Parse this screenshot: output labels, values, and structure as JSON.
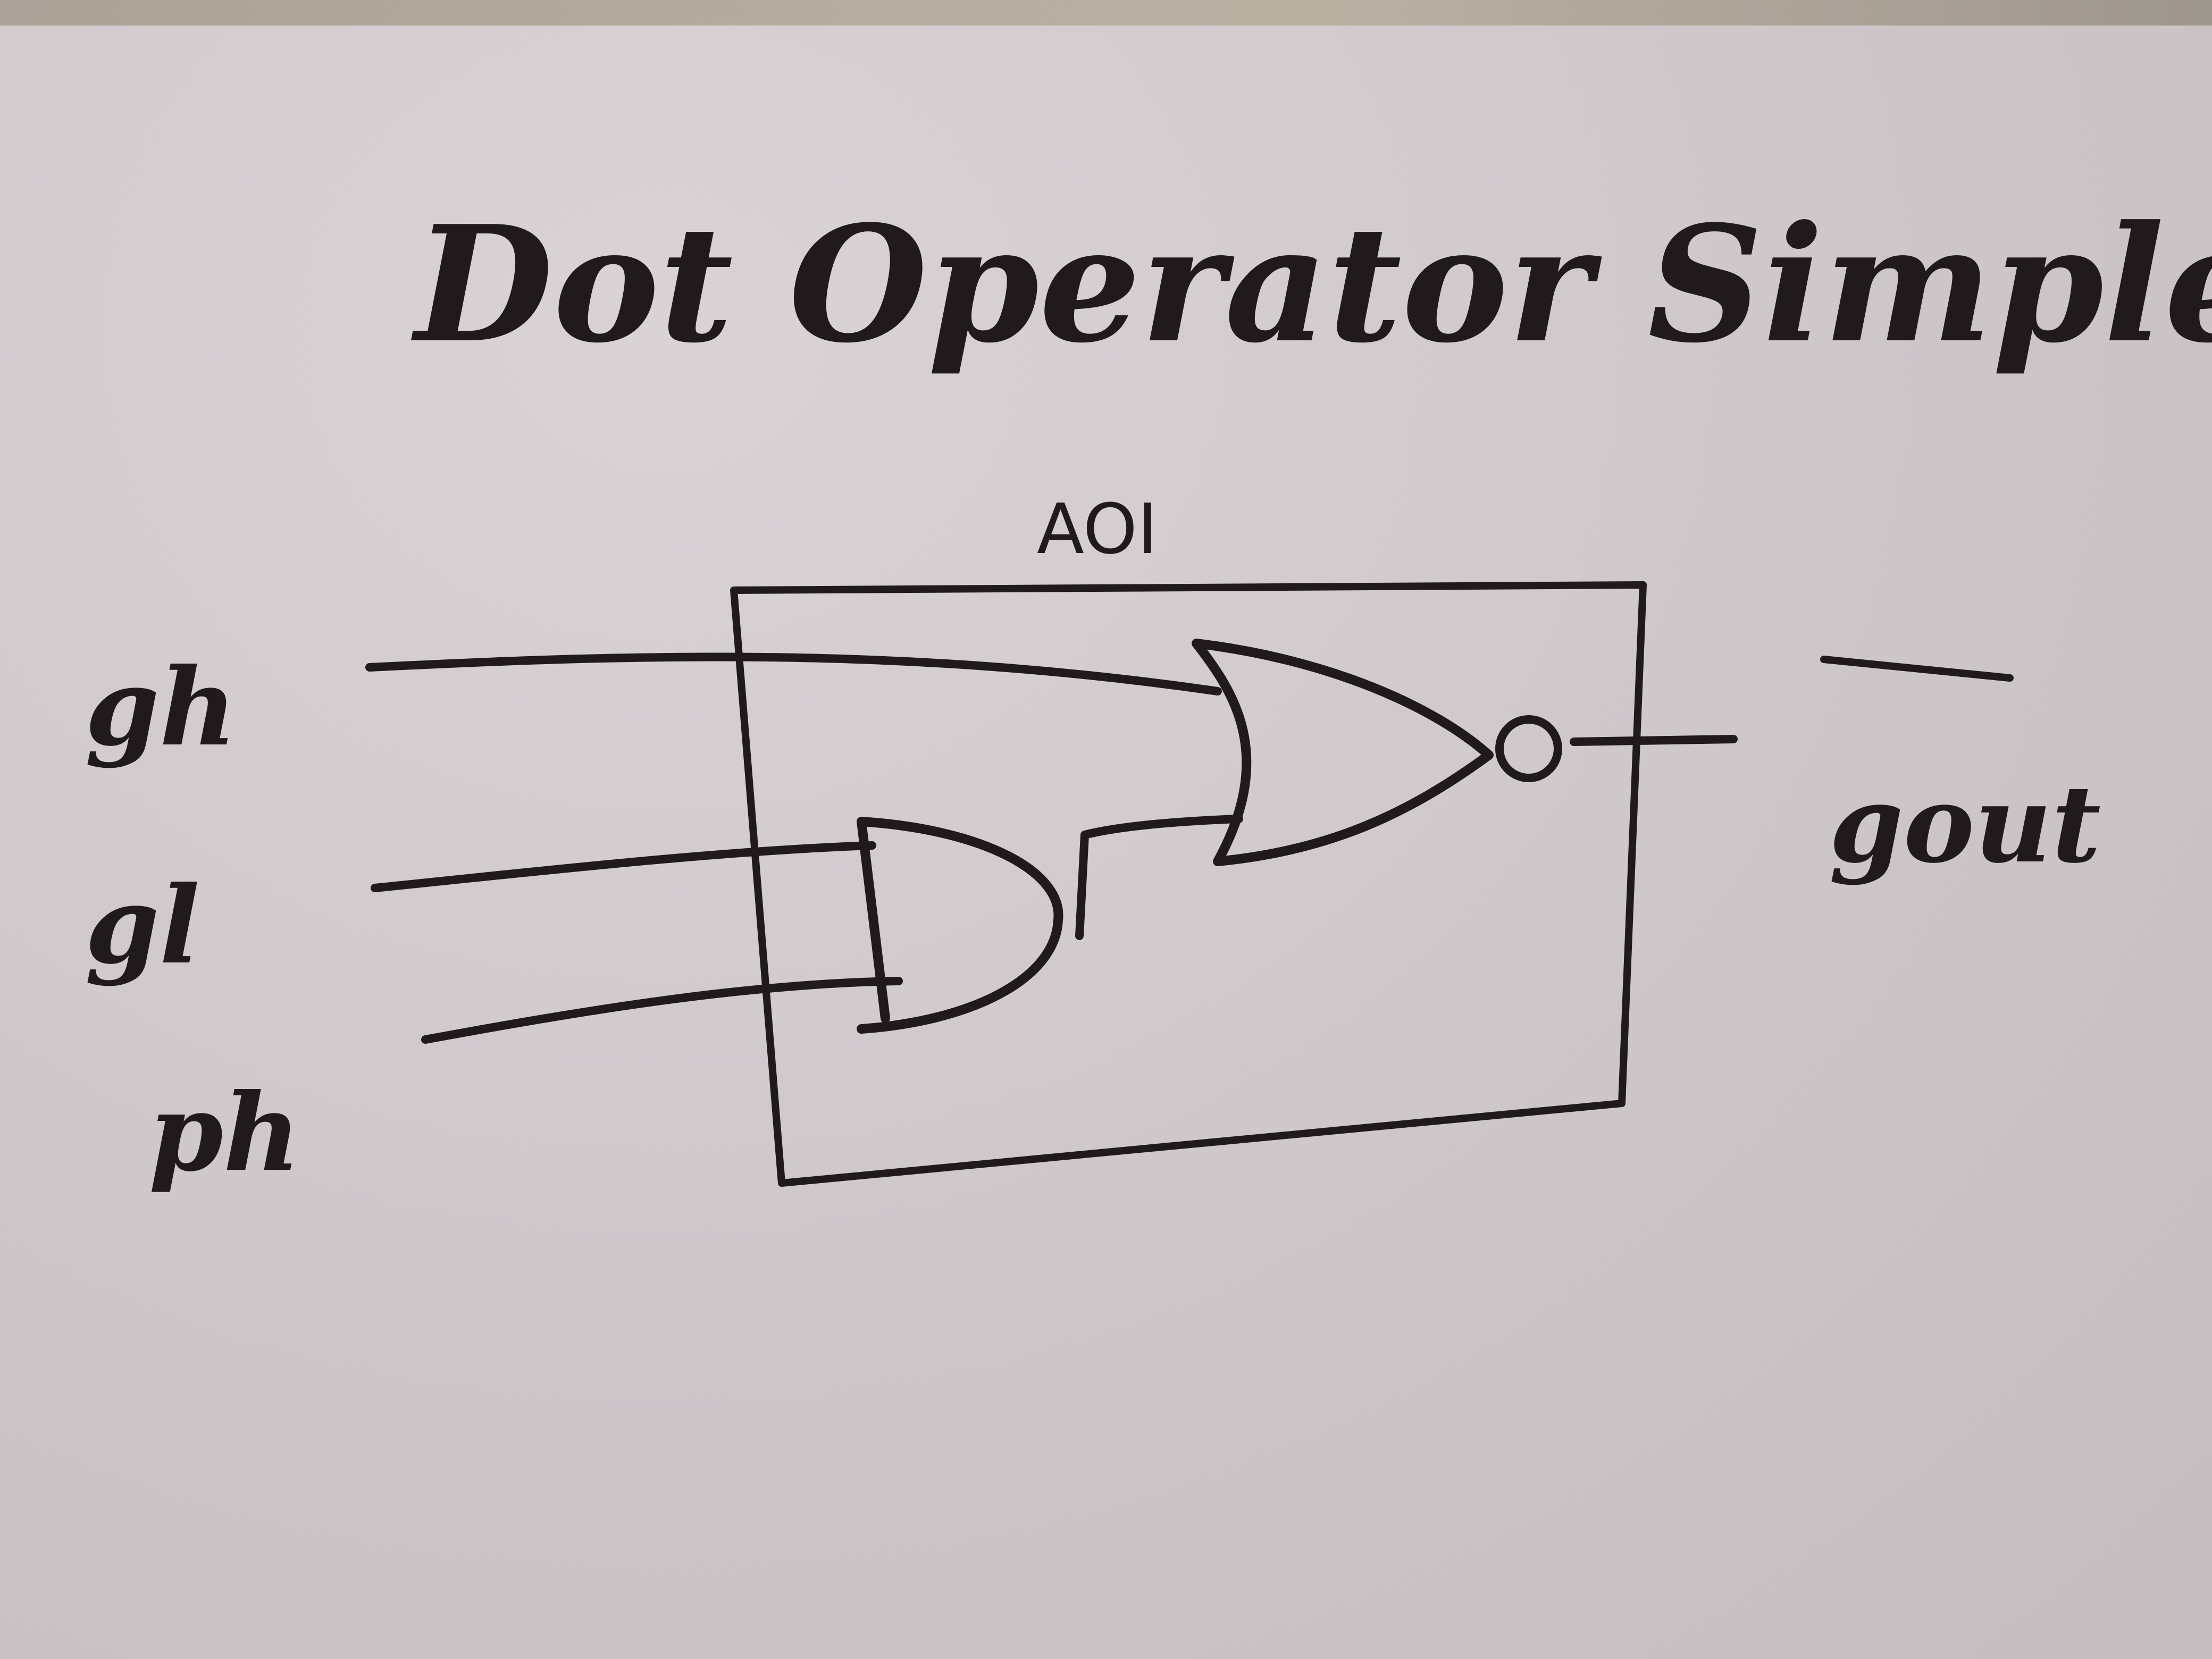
{
  "title": "Dot Operator Simple",
  "block_label": "AOI",
  "inputs": [
    "gh",
    "gl",
    "ph"
  ],
  "output": "gout",
  "colors": {
    "ink": "#201a1c",
    "paper": "#cfc8cb"
  }
}
